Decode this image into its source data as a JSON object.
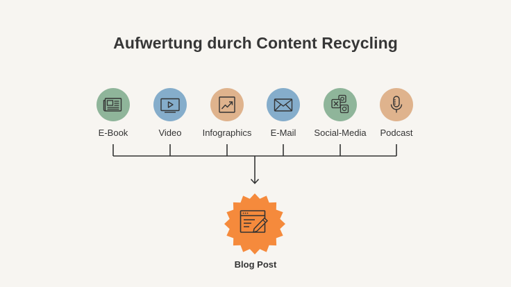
{
  "title": "Aufwertung durch Content Recycling",
  "sources": [
    {
      "label": "E-Book",
      "color": "#8fb59a",
      "icon": "newspaper-icon"
    },
    {
      "label": "Video",
      "color": "#85adcb",
      "icon": "video-player-icon"
    },
    {
      "label": "Infographics",
      "color": "#dfb38d",
      "icon": "trend-chart-icon"
    },
    {
      "label": "E-Mail",
      "color": "#85adcb",
      "icon": "envelope-icon"
    },
    {
      "label": "Social-Media",
      "color": "#8fb59a",
      "icon": "social-media-icon"
    },
    {
      "label": "Podcast",
      "color": "#dfb38d",
      "icon": "microphone-icon"
    }
  ],
  "target": {
    "label": "Blog Post",
    "color": "#f58a3c",
    "icon": "browser-edit-icon"
  }
}
